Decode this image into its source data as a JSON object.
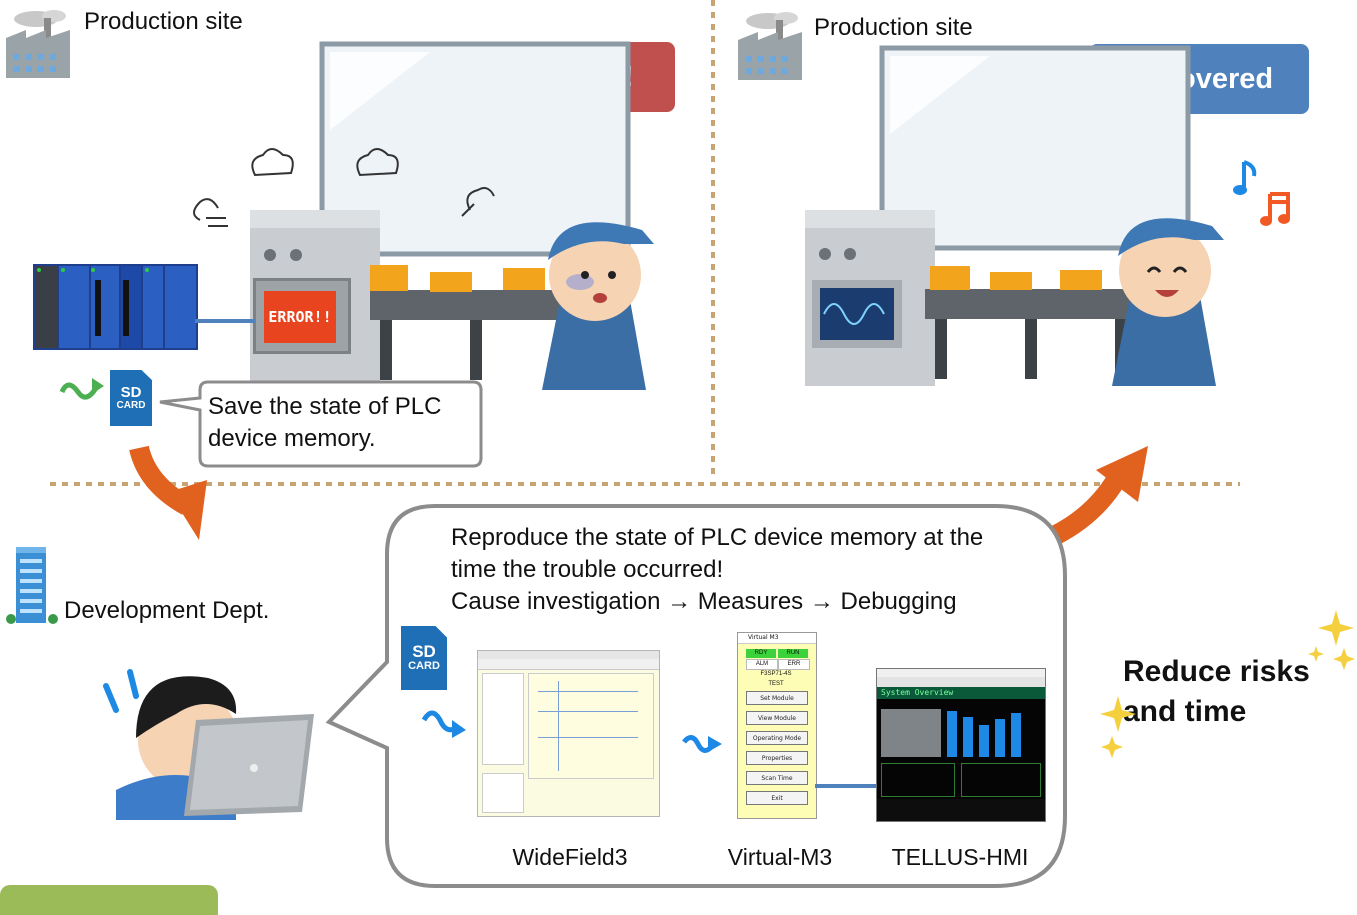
{
  "top_left": {
    "site_label": "Production site",
    "status_badge": "Trouble!",
    "hmi_screen_text": "ERROR!!",
    "speech": "Save the state of PLC device memory."
  },
  "top_right": {
    "site_label": "Production site",
    "status_badge": "Recovered"
  },
  "bottom": {
    "dept_label": "Development Dept.",
    "bubble_lines": [
      "Reproduce the state of PLC device memory at the",
      "time the trouble occurred!",
      "Cause investigation → Measures → Debugging"
    ],
    "tools": [
      "WideField3",
      "Virtual-M3",
      "TELLUS-HMI"
    ],
    "result_lines": [
      "Reduce risks",
      "and time"
    ]
  },
  "sd_card_text": [
    "SD",
    "CARD"
  ],
  "virtual_m3": {
    "title": "Virtual M3",
    "status": [
      "RDY",
      "RUN",
      "ALM",
      "ERR"
    ],
    "info": [
      "F3SP71-4S",
      "TEST"
    ],
    "buttons": [
      "Set Module",
      "View Module",
      "Operating Mode",
      "Properties",
      "Scan Time",
      "Exit"
    ]
  },
  "tellus_screen": {
    "heading": "System Overview"
  },
  "colors": {
    "trouble": "#c0504d",
    "recovered": "#4f81bd",
    "arrow": "#e0621e",
    "divider": "#c9a473",
    "note_green": "#9bbb59"
  }
}
